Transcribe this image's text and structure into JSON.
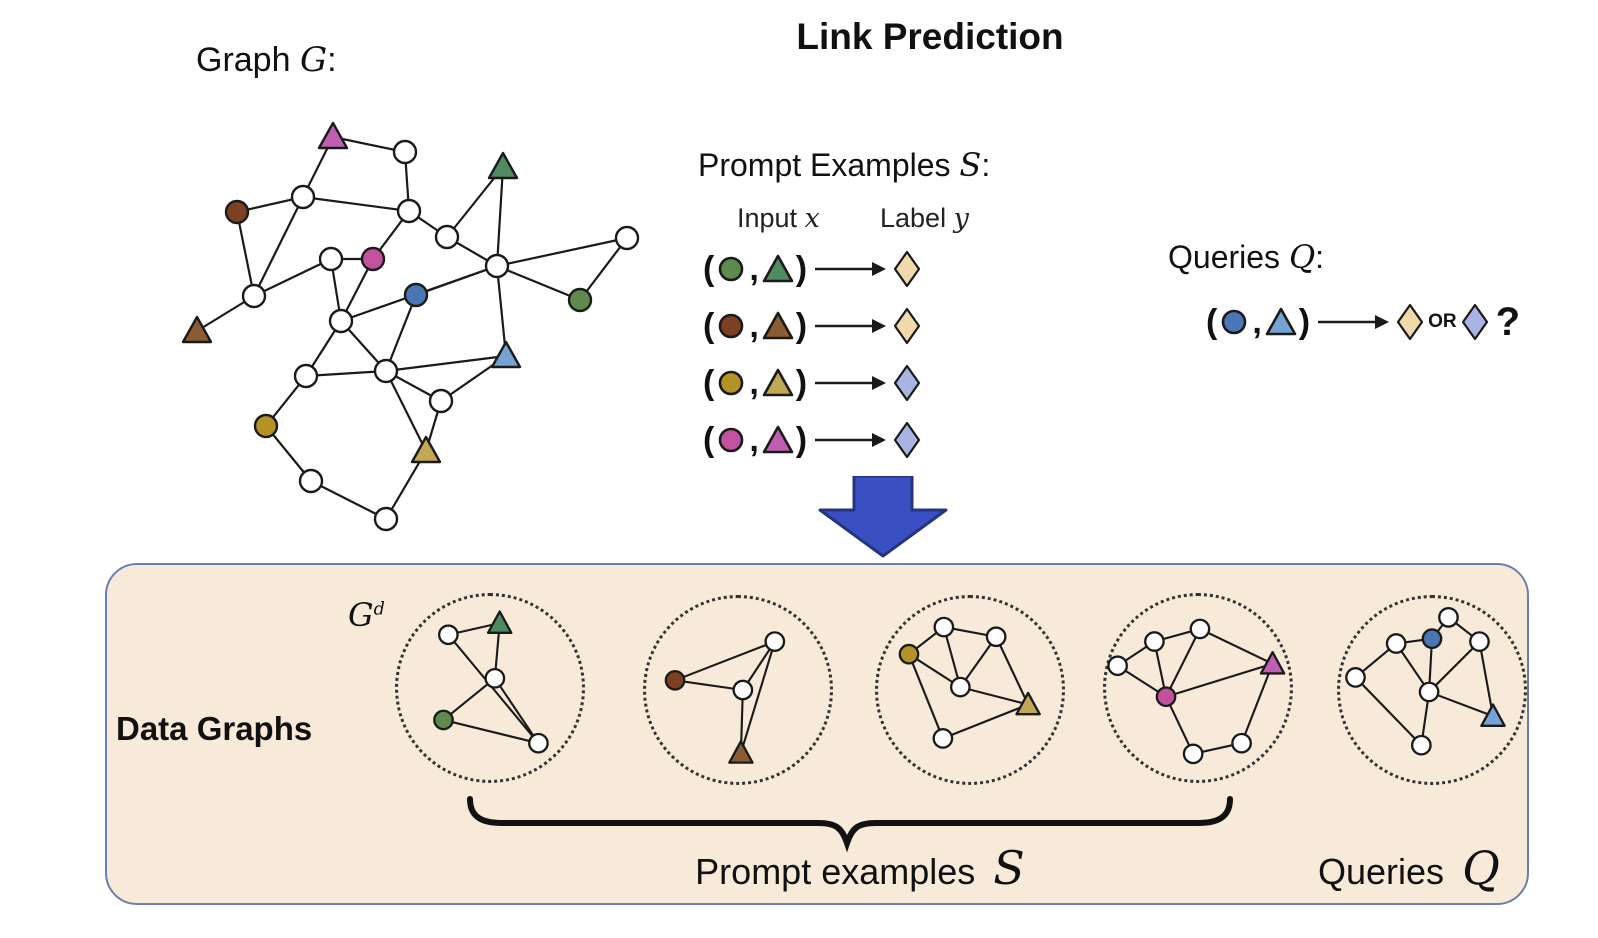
{
  "top": {
    "graph_label": "Graph",
    "graph_symbol": "G",
    "graph_colon": ":",
    "title": "Link Prediction"
  },
  "prompt_examples": {
    "heading": "Prompt Examples",
    "heading_symbol": "S",
    "heading_colon": ":",
    "input_header": "Input",
    "input_var": "x",
    "label_header": "Label",
    "label_var": "y",
    "open_paren": "(",
    "comma": ",",
    "close_paren": ")",
    "rows": [
      {
        "circle": "green_circle",
        "triangle": "green_triangle",
        "diamond": "tan"
      },
      {
        "circle": "brown_circle",
        "triangle": "brown_triangle",
        "diamond": "tan"
      },
      {
        "circle": "olive_circle",
        "triangle": "olive_triangle",
        "diamond": "lavender"
      },
      {
        "circle": "pink_circle",
        "triangle": "pink_triangle",
        "diamond": "lavender"
      }
    ]
  },
  "queries": {
    "heading": "Queries",
    "heading_symbol": "Q",
    "heading_colon": ":",
    "row": {
      "circle": "blue_circle",
      "triangle": "blue_triangle",
      "diamond_a": "tan",
      "or_label": "OR",
      "diamond_b": "lavender",
      "question": "?"
    }
  },
  "palette": {
    "green_circle": "#5e8b4d",
    "green_triangle": "#4f8b5e",
    "brown_circle": "#7d4022",
    "brown_triangle": "#8a5c33",
    "olive_circle": "#b59225",
    "olive_triangle": "#c0a855",
    "pink_circle": "#c2519f",
    "pink_triangle": "#c05fb2",
    "blue_circle": "#4a77b4",
    "blue_triangle": "#77a3d4",
    "tan": "#f0d9ab",
    "lavender": "#a9b4e2",
    "white": "#ffffff",
    "edge": "#1a1a1a",
    "arrow_fill": "#3a50c2",
    "arrow_stroke": "#25347f",
    "panel_bg": "#f8ead9",
    "panel_border": "#6b7db0"
  },
  "main_graph": {
    "nodes": [
      [
        193,
        52,
        "t",
        "pink_triangle"
      ],
      [
        265,
        67,
        "c",
        "white"
      ],
      [
        163,
        112,
        "c",
        "white"
      ],
      [
        269,
        126,
        "c",
        "white"
      ],
      [
        97,
        127,
        "c",
        "brown_circle"
      ],
      [
        363,
        82,
        "t",
        "green_triangle"
      ],
      [
        307,
        152,
        "c",
        "white"
      ],
      [
        191,
        174,
        "c",
        "white"
      ],
      [
        233,
        174,
        "c",
        "pink_circle"
      ],
      [
        357,
        181,
        "c",
        "white"
      ],
      [
        487,
        153,
        "c",
        "white"
      ],
      [
        440,
        215,
        "c",
        "green_circle"
      ],
      [
        276,
        210,
        "c",
        "blue_circle"
      ],
      [
        114,
        211,
        "c",
        "white"
      ],
      [
        57,
        246,
        "t",
        "brown_triangle"
      ],
      [
        201,
        236,
        "c",
        "white"
      ],
      [
        246,
        286,
        "c",
        "white"
      ],
      [
        366,
        271,
        "t",
        "blue_triangle"
      ],
      [
        166,
        291,
        "c",
        "white"
      ],
      [
        301,
        316,
        "c",
        "white"
      ],
      [
        126,
        341,
        "c",
        "olive_circle"
      ],
      [
        171,
        396,
        "c",
        "white"
      ],
      [
        286,
        366,
        "t",
        "olive_triangle"
      ],
      [
        246,
        434,
        "c",
        "white"
      ]
    ],
    "edges": [
      [
        0,
        1
      ],
      [
        0,
        2
      ],
      [
        1,
        3
      ],
      [
        2,
        3
      ],
      [
        2,
        4
      ],
      [
        4,
        13
      ],
      [
        2,
        13
      ],
      [
        13,
        14
      ],
      [
        7,
        13
      ],
      [
        7,
        8
      ],
      [
        3,
        8
      ],
      [
        3,
        6
      ],
      [
        5,
        6
      ],
      [
        6,
        9
      ],
      [
        5,
        9
      ],
      [
        9,
        10
      ],
      [
        10,
        11
      ],
      [
        9,
        11
      ],
      [
        9,
        12
      ],
      [
        12,
        16
      ],
      [
        9,
        15
      ],
      [
        7,
        15
      ],
      [
        8,
        15
      ],
      [
        15,
        16
      ],
      [
        15,
        18
      ],
      [
        16,
        17
      ],
      [
        16,
        19
      ],
      [
        9,
        17
      ],
      [
        17,
        19
      ],
      [
        19,
        22
      ],
      [
        16,
        22
      ],
      [
        18,
        20
      ],
      [
        16,
        18
      ],
      [
        20,
        21
      ],
      [
        21,
        23
      ],
      [
        22,
        23
      ]
    ]
  },
  "bottom_panel": {
    "gd_symbol": "G",
    "gd_sup": "d",
    "data_graphs_label": "Data Graphs",
    "prompt_examples_label": "Prompt examples",
    "prompt_examples_symbol": "S",
    "queries_label": "Queries",
    "queries_symbol": "Q",
    "graphs": [
      {
        "nodes": [
          [
            52,
            40,
            "c",
            "white"
          ],
          [
            105,
            28,
            "t",
            "green_triangle"
          ],
          [
            100,
            85,
            "c",
            "white"
          ],
          [
            47,
            128,
            "c",
            "green_circle"
          ],
          [
            145,
            152,
            "c",
            "white"
          ]
        ],
        "edges": [
          [
            0,
            1
          ],
          [
            1,
            2
          ],
          [
            2,
            3
          ],
          [
            2,
            4
          ],
          [
            3,
            4
          ],
          [
            0,
            4
          ]
        ]
      },
      {
        "nodes": [
          [
            30,
            85,
            "c",
            "brown_circle"
          ],
          [
            133,
            45,
            "c",
            "white"
          ],
          [
            100,
            95,
            "c",
            "white"
          ],
          [
            98,
            160,
            "t",
            "brown_triangle"
          ]
        ],
        "edges": [
          [
            0,
            1
          ],
          [
            0,
            2
          ],
          [
            1,
            2
          ],
          [
            2,
            3
          ],
          [
            1,
            3
          ]
        ]
      },
      {
        "nodes": [
          [
            32,
            58,
            "c",
            "olive_circle"
          ],
          [
            68,
            30,
            "c",
            "white"
          ],
          [
            122,
            40,
            "c",
            "white"
          ],
          [
            85,
            92,
            "c",
            "white"
          ],
          [
            67,
            145,
            "c",
            "white"
          ],
          [
            155,
            110,
            "t",
            "olive_triangle"
          ]
        ],
        "edges": [
          [
            0,
            1
          ],
          [
            1,
            2
          ],
          [
            1,
            3
          ],
          [
            2,
            3
          ],
          [
            0,
            3
          ],
          [
            0,
            4
          ],
          [
            3,
            5
          ],
          [
            2,
            5
          ],
          [
            4,
            5
          ]
        ]
      },
      {
        "nodes": [
          [
            12,
            72,
            "c",
            "white"
          ],
          [
            50,
            47,
            "c",
            "white"
          ],
          [
            97,
            34,
            "c",
            "white"
          ],
          [
            62,
            104,
            "c",
            "pink_circle"
          ],
          [
            172,
            70,
            "t",
            "pink_triangle"
          ],
          [
            90,
            163,
            "c",
            "white"
          ],
          [
            140,
            152,
            "c",
            "white"
          ]
        ],
        "edges": [
          [
            0,
            1
          ],
          [
            1,
            2
          ],
          [
            0,
            3
          ],
          [
            1,
            3
          ],
          [
            2,
            3
          ],
          [
            2,
            4
          ],
          [
            3,
            5
          ],
          [
            5,
            6
          ],
          [
            6,
            4
          ],
          [
            3,
            4
          ]
        ]
      },
      {
        "nodes": [
          [
            16,
            82,
            "c",
            "white"
          ],
          [
            58,
            47,
            "c",
            "white"
          ],
          [
            95,
            42,
            "c",
            "blue_circle"
          ],
          [
            112,
            20,
            "c",
            "white"
          ],
          [
            144,
            45,
            "c",
            "white"
          ],
          [
            92,
            97,
            "c",
            "white"
          ],
          [
            158,
            122,
            "t",
            "blue_triangle"
          ],
          [
            84,
            152,
            "c",
            "white"
          ]
        ],
        "edges": [
          [
            0,
            1
          ],
          [
            1,
            2
          ],
          [
            2,
            3
          ],
          [
            3,
            4
          ],
          [
            1,
            5
          ],
          [
            2,
            5
          ],
          [
            4,
            5
          ],
          [
            4,
            6
          ],
          [
            5,
            6
          ],
          [
            0,
            7
          ],
          [
            7,
            5
          ]
        ]
      }
    ]
  }
}
